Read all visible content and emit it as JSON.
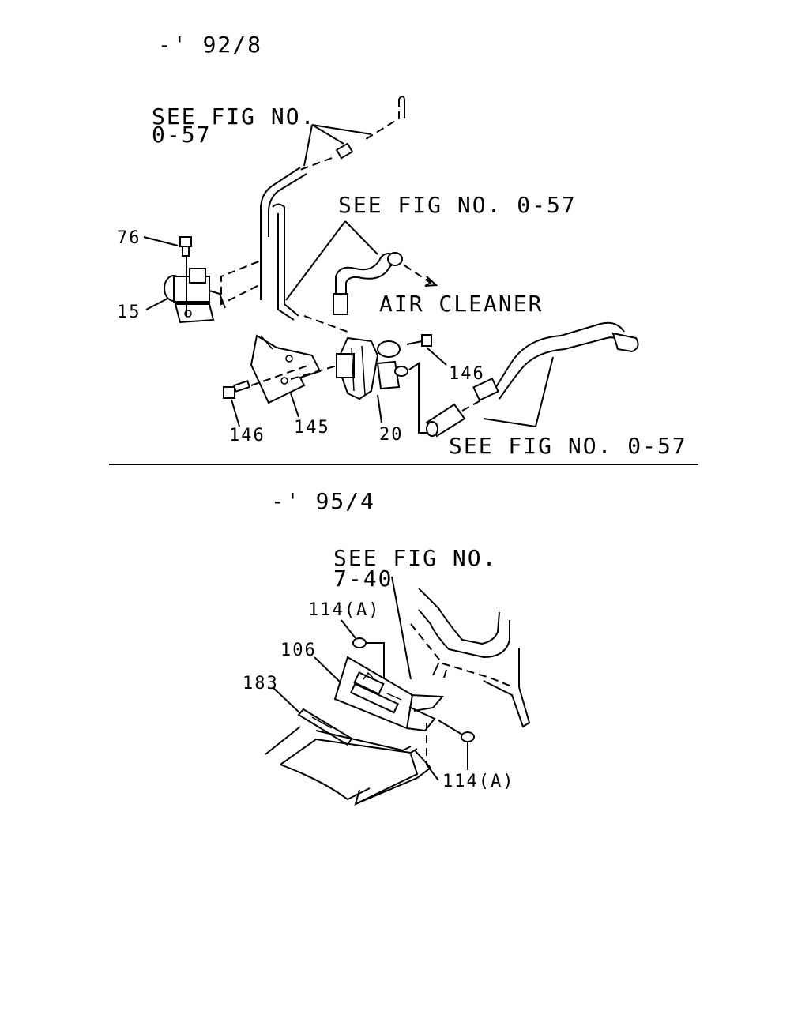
{
  "sections": [
    {
      "period": "-' 92/8",
      "notes": {
        "ref_top": [
          "SEE FIG NO.",
          "0-57"
        ],
        "ref_mid": "SEE FIG NO. 0-57",
        "air_cleaner": "AIR CLEANER",
        "ref_bottom": "SEE FIG NO. 0-57"
      },
      "callouts": [
        "76",
        "15",
        "146",
        "145",
        "20",
        "146"
      ]
    },
    {
      "period": "-' 95/4",
      "notes": {
        "ref": [
          "SEE FIG NO.",
          "7-40"
        ]
      },
      "callouts": [
        "114(A)",
        "106",
        "183",
        "114(A)"
      ]
    }
  ]
}
